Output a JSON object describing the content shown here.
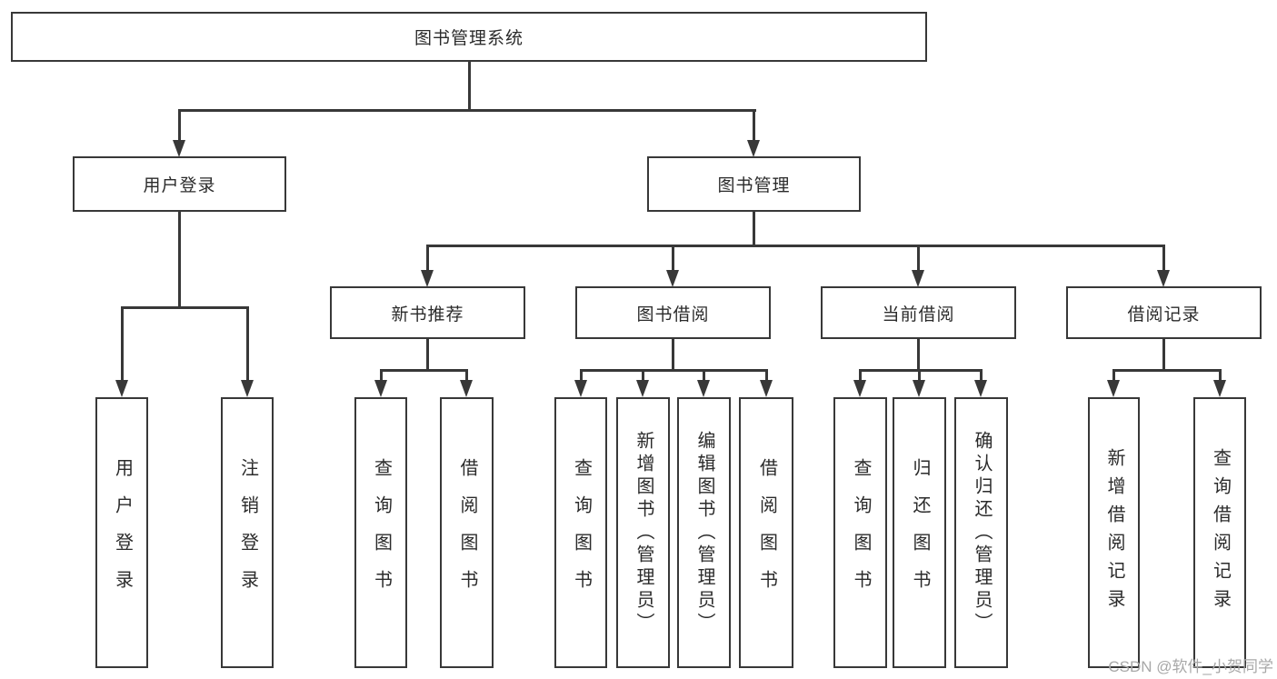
{
  "diagram_title": "图书管理系统",
  "tree": {
    "root": "图书管理系统",
    "branches": [
      {
        "label": "用户登录",
        "children": [
          {
            "label": "用户登录"
          },
          {
            "label": "注销登录"
          }
        ]
      },
      {
        "label": "图书管理",
        "children": [
          {
            "label": "新书推荐",
            "children": [
              {
                "label": "查询图书"
              },
              {
                "label": "借阅图书"
              }
            ]
          },
          {
            "label": "图书借阅",
            "children": [
              {
                "label": "查询图书"
              },
              {
                "label": "新增图书（管理员）"
              },
              {
                "label": "编辑图书（管理员）"
              },
              {
                "label": "借阅图书"
              }
            ]
          },
          {
            "label": "当前借阅",
            "children": [
              {
                "label": "查询图书"
              },
              {
                "label": "归还图书"
              },
              {
                "label": "确认归还（管理员）"
              }
            ]
          },
          {
            "label": "借阅记录",
            "children": [
              {
                "label": "新增借阅记录"
              },
              {
                "label": "查询借阅记录"
              }
            ]
          }
        ]
      }
    ]
  },
  "watermark": "CSDN @软件_小贺同学",
  "colors": {
    "line": "#383838",
    "box_border": "#383838",
    "box_background": "#ffffff",
    "text": "#2b2b2b",
    "watermark": "#a8a8a8",
    "page_background": "#ffffff"
  }
}
